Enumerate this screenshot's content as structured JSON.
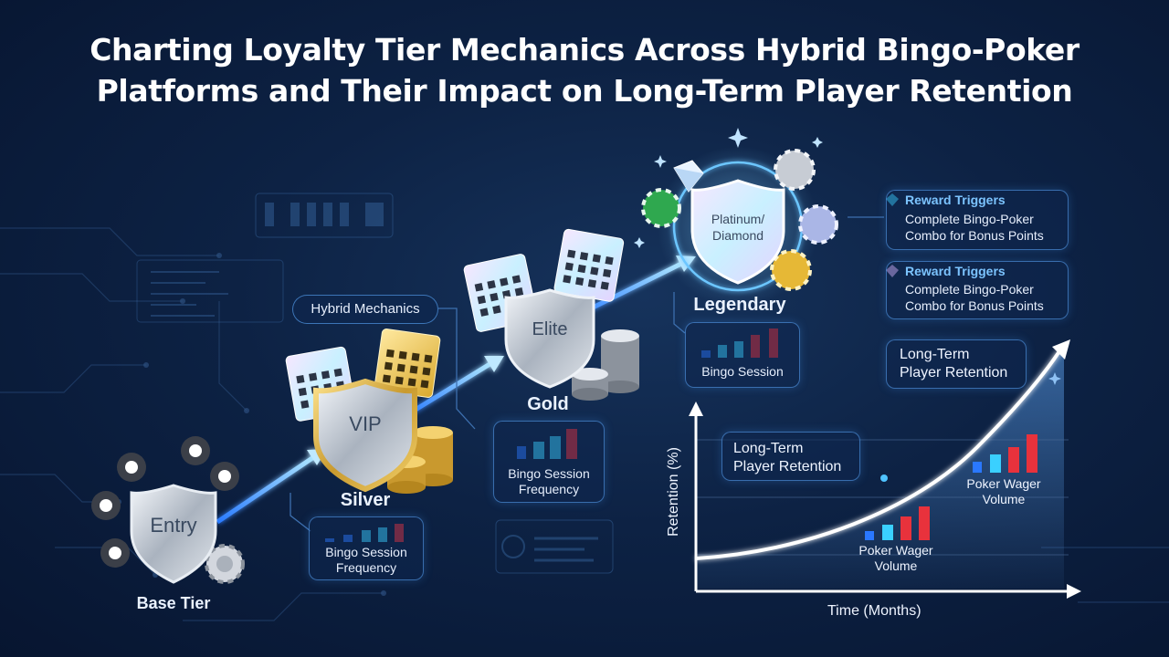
{
  "title": {
    "line1": "Charting Loyalty Tier Mechanics Across Hybrid Bingo-Poker",
    "line2": "Platforms and Their Impact on Long-Term Player Retention"
  },
  "tiers": {
    "entry": {
      "shield": "Entry",
      "label": "Base Tier"
    },
    "vip": {
      "shield": "VIP",
      "label": "Silver"
    },
    "elite": {
      "shield": "Elite",
      "label": "Gold"
    },
    "platinum": {
      "shield_line1": "Platinum/",
      "shield_line2": "Diamond",
      "label": "Legendary"
    }
  },
  "hybrid_mechanics": "Hybrid Mechanics",
  "cards": {
    "badge_text": "VIP"
  },
  "bingo_panels": {
    "silver": {
      "line1": "Bingo Session",
      "line2": "Frequency"
    },
    "gold": {
      "line1": "Bingo Session",
      "line2": "Frequency"
    },
    "legendary": {
      "line1": "Bingo Session"
    }
  },
  "reward_triggers": [
    {
      "title": "Reward Triggers",
      "line1": "Complete Bingo-Poker",
      "line2": "Combo for Bonus Points"
    },
    {
      "title": "Reward Triggers",
      "line1": "Complete Bingo-Poker",
      "line2": "Combo for Bonus Points"
    }
  ],
  "retention_box_top": {
    "line1": "Long-Term",
    "line2": "Player Retention"
  },
  "retention_box_mid": {
    "line1": "Long-Term",
    "line2": "Player Retention"
  },
  "poker_wager_upper": {
    "line1": "Poker Wager",
    "line2": "Volume"
  },
  "poker_wager_lower": {
    "line1": "Poker Wager",
    "line2": "Volume"
  },
  "chart_data": {
    "type": "line",
    "xlabel": "Time (Months)",
    "ylabel": "Retention (%)",
    "trend": "exponential rise"
  },
  "colors": {
    "accent": "#4fb4ff",
    "bar_blue": "#2a78ff",
    "bar_cyan": "#3ad0ff",
    "bar_red": "#e8323c",
    "gold": "#e9b83a",
    "silver": "#c9d1dc"
  }
}
